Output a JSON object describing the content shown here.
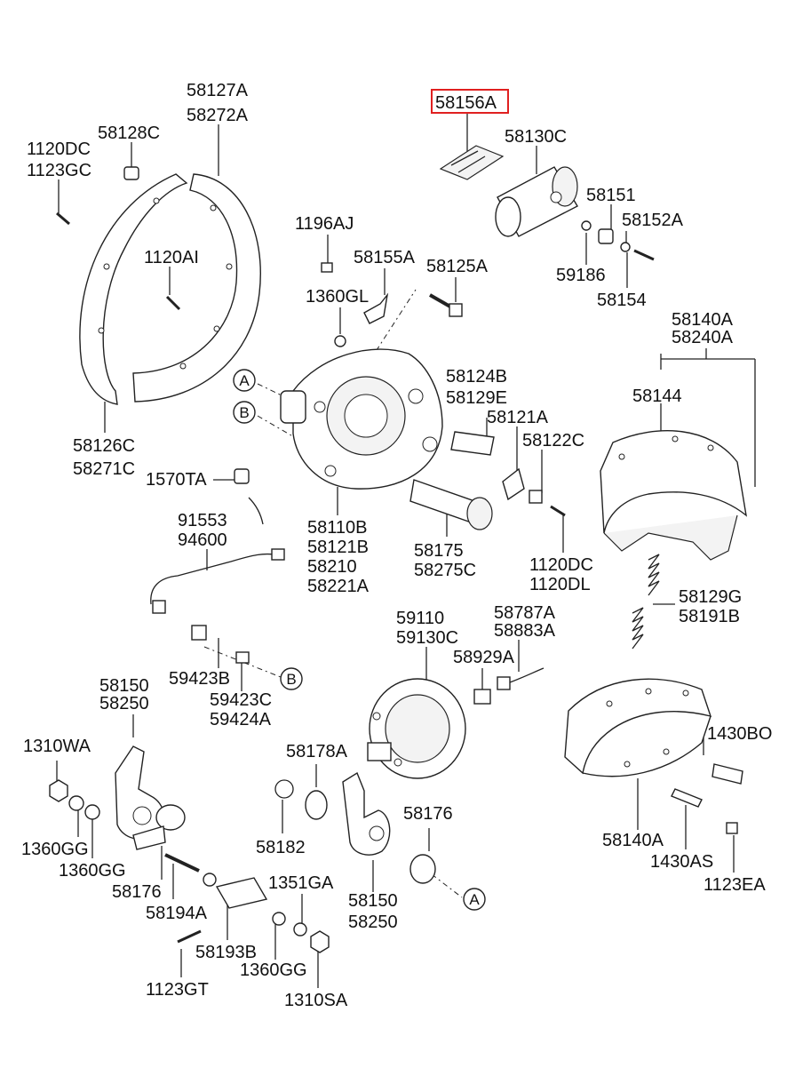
{
  "labels": {
    "p58127A": "58127A",
    "p58272A": "58272A",
    "p58128C": "58128C",
    "p1120DC_a": "1120DC",
    "p1123GC": "1123GC",
    "p1120AI": "1120AI",
    "p58126C": "58126C",
    "p58271C": "58271C",
    "p1570TA": "1570TA",
    "p58156A": "58156A",
    "p58130C": "58130C",
    "p58151": "58151",
    "p58152A": "58152A",
    "p59186": "59186",
    "p58154": "58154",
    "p1196AJ": "1196AJ",
    "p58155A": "58155A",
    "p58125A": "58125A",
    "p1360GL": "1360GL",
    "p58124B": "58124B",
    "p58129E": "58129E",
    "p58121A": "58121A",
    "p58122C": "58122C",
    "p58110B": "58110B",
    "p58121B": "58121B",
    "p58210": "58210",
    "p58221A": "58221A",
    "p58175": "58175",
    "p58275C": "58275C",
    "p1120DC_b": "1120DC",
    "p1120DL": "1120DL",
    "p58140A_a": "58140A",
    "p58240A": "58240A",
    "p58144": "58144",
    "p58129G": "58129G",
    "p58191B": "58191B",
    "p91553": "91553",
    "p94600": "94600",
    "p59423B": "59423B",
    "p59423C": "59423C",
    "p59424A": "59424A",
    "p59110": "59110",
    "p59130C": "59130C",
    "p58787A": "58787A",
    "p58883A": "58883A",
    "p58929A": "58929A",
    "p58150_a": "58150",
    "p58250_a": "58250",
    "p1310WA": "1310WA",
    "p1360GG_a": "1360GG",
    "p1360GG_b": "1360GG",
    "p58176_a": "58176",
    "p58194A": "58194A",
    "p58193B": "58193B",
    "p1123GT": "1123GT",
    "p1351GA": "1351GA",
    "p1360GG_c": "1360GG",
    "p1310SA": "1310SA",
    "p58178A": "58178A",
    "p58182": "58182",
    "p58176_b": "58176",
    "p58150_b": "58150",
    "p58250_b": "58250",
    "p1430BO": "1430BO",
    "p58140A_b": "58140A",
    "p1430AS": "1430AS",
    "p1123EA": "1123EA"
  },
  "callouts": {
    "A1": "A",
    "B1": "B",
    "B2": "B",
    "A2": "A"
  },
  "highlight": {
    "part": "58156A",
    "color": "#e02020"
  }
}
